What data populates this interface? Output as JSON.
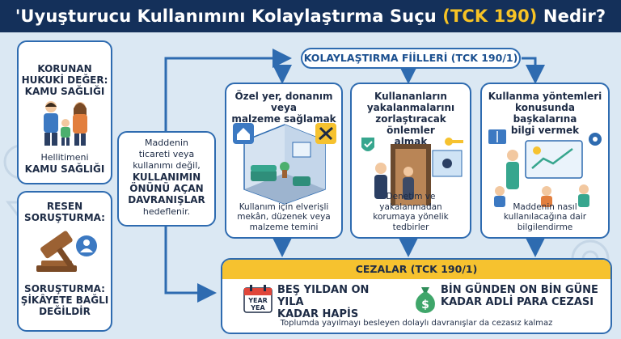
{
  "header": {
    "title_main": "'Uyuşturucu Kullanımını Kolaylaştırma Suçu ",
    "title_highlight": "(TCK 190)",
    "title_end": " Nedir?"
  },
  "protected_value": {
    "heading_line1": "KORUNAN",
    "heading_line2": "HUKUKİ DEĞER:",
    "heading_line3": "KAMU SAĞLIĞI",
    "sub_line1": "Hellitimeni",
    "sub_line2": "KAMU SAĞLIĞI"
  },
  "investigation": {
    "heading_line1": "RESEN",
    "heading_line2": "SORUŞTURMA:",
    "sub_line1": "SORUŞTURMA:",
    "sub_line2": "ŞİKÂYETE BAĞLI",
    "sub_line3": "DEĞİLDİR"
  },
  "center": {
    "line1": "Maddenin",
    "line2": "ticareti veya",
    "line3": "kullanımı değil,",
    "line4": "KULLANIMIN",
    "line5": "ÖNÜNÜ AÇAN",
    "line6": "DAVRANIŞLAR",
    "line7": "hedeflenir."
  },
  "acts_title": "KOLAYLAŞTIRMA FİİLLERİ (TCK 190/1)",
  "acts": [
    {
      "title_line1": "Özel yer, donanım veya",
      "title_line2": "malzeme sağlamak",
      "title_line3": "",
      "title_line4": "",
      "caption_line1": "Kullanım için elverişli",
      "caption_line2": "mekân, düzenek veya",
      "caption_line3": "malzeme temini"
    },
    {
      "title_line1": "Kullananların",
      "title_line2": "yakalanmalarını",
      "title_line3": "zorlaştıracak önlemler",
      "title_line4": "almak",
      "caption_line1": "Denetim ve yakalanmadan",
      "caption_line2": "korumaya yönelik",
      "caption_line3": "tedbirler"
    },
    {
      "title_line1": "Kullanma yöntemleri",
      "title_line2": "konusunda başkalarına",
      "title_line3": "bilgi vermek",
      "title_line4": "",
      "caption_line1": "Maddenin nasıl",
      "caption_line2": "kullanılacağına dair",
      "caption_line3": "bilgilendirme"
    }
  ],
  "penalties": {
    "title": "CEZALAR (TCK 190/1)",
    "calendar_text_1": "YEAR",
    "calendar_text_2": "YEA",
    "prison_line1": "BEŞ YILDAN ON YILA",
    "prison_line2": "KADAR HAPİS",
    "fine_line1": "BİN GÜNDEN ON BİN GÜNE",
    "fine_line2": "KADAR ADLİ PARA CEZASI",
    "footnote": "Toplumda yayılmayı besleyen dolaylı davranışlar da cezasız kalmaz"
  },
  "colors": {
    "header_bg": "#14305a",
    "highlight": "#f7c325",
    "border_blue": "#2e6bb0",
    "penalty_header": "#f6c22f",
    "page_bg": "#dbe8f3"
  }
}
